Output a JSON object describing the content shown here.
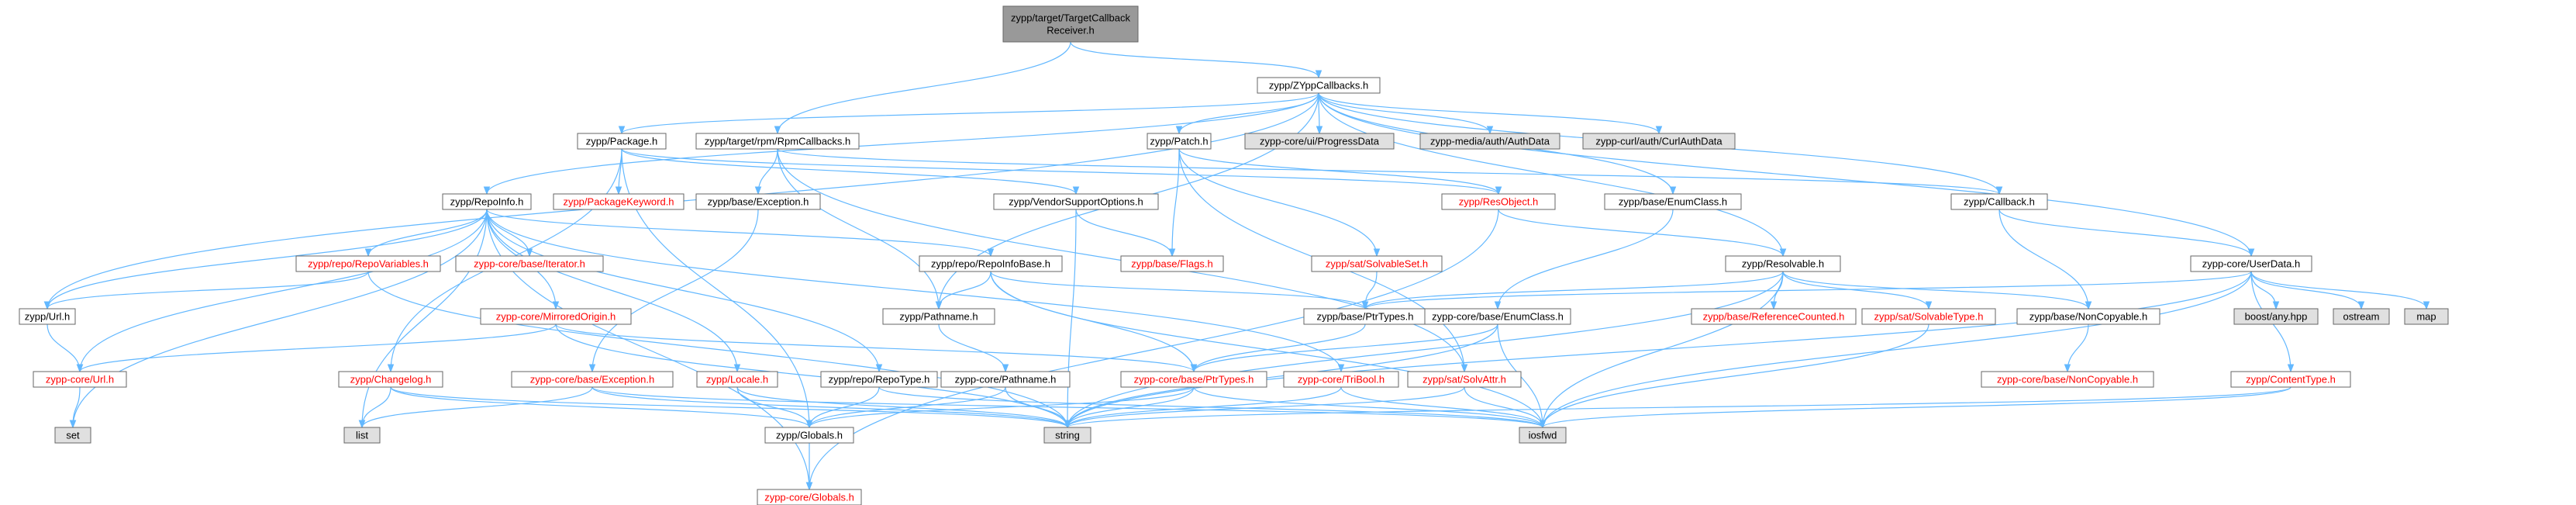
{
  "graph": {
    "title": "zypp/target/TargetCallbackReceiver.h",
    "colors": {
      "edge": "#63b8ff",
      "root_fill": "#999999",
      "normal_fill": "#ffffff",
      "external_fill": "#e0e0e0",
      "normal_text": "#000000",
      "linked_red_text": "#ff0000",
      "border": "#666666"
    },
    "nodes": [
      {
        "id": "root",
        "label": [
          "zypp/target/TargetCallback",
          "Receiver.h"
        ],
        "kind": "root"
      },
      {
        "id": "zyppcallbacks",
        "label": [
          "zypp/ZYppCallbacks.h"
        ],
        "kind": "normal"
      },
      {
        "id": "package",
        "label": [
          "zypp/Package.h"
        ],
        "kind": "normal"
      },
      {
        "id": "rpmcallbacks",
        "label": [
          "zypp/target/rpm/RpmCallbacks.h"
        ],
        "kind": "normal"
      },
      {
        "id": "patch",
        "label": [
          "zypp/Patch.h"
        ],
        "kind": "normal"
      },
      {
        "id": "progressdata",
        "label": [
          "zypp-core/ui/ProgressData"
        ],
        "kind": "external"
      },
      {
        "id": "mediaauth",
        "label": [
          "zypp-media/auth/AuthData"
        ],
        "kind": "external"
      },
      {
        "id": "curlauth",
        "label": [
          "zypp-curl/auth/CurlAuthData"
        ],
        "kind": "external"
      },
      {
        "id": "repoinfo",
        "label": [
          "zypp/RepoInfo.h"
        ],
        "kind": "normal"
      },
      {
        "id": "packagekeyword",
        "label": [
          "zypp/PackageKeyword.h"
        ],
        "kind": "red"
      },
      {
        "id": "baseexception",
        "label": [
          "zypp/base/Exception.h"
        ],
        "kind": "normal"
      },
      {
        "id": "vendorsupport",
        "label": [
          "zypp/VendorSupportOptions.h"
        ],
        "kind": "normal"
      },
      {
        "id": "resobject",
        "label": [
          "zypp/ResObject.h"
        ],
        "kind": "red"
      },
      {
        "id": "baseenumclass",
        "label": [
          "zypp/base/EnumClass.h"
        ],
        "kind": "normal"
      },
      {
        "id": "callback",
        "label": [
          "zypp/Callback.h"
        ],
        "kind": "normal"
      },
      {
        "id": "reporepovars",
        "label": [
          "zypp/repo/RepoVariables.h"
        ],
        "kind": "red"
      },
      {
        "id": "coreiterator",
        "label": [
          "zypp-core/base/Iterator.h"
        ],
        "kind": "red"
      },
      {
        "id": "repoinfobase",
        "label": [
          "zypp/repo/RepoInfoBase.h"
        ],
        "kind": "normal"
      },
      {
        "id": "baseflags",
        "label": [
          "zypp/base/Flags.h"
        ],
        "kind": "red"
      },
      {
        "id": "solvableset",
        "label": [
          "zypp/sat/SolvableSet.h"
        ],
        "kind": "red"
      },
      {
        "id": "resolvable",
        "label": [
          "zypp/Resolvable.h"
        ],
        "kind": "normal"
      },
      {
        "id": "userdata",
        "label": [
          "zypp-core/UserData.h"
        ],
        "kind": "normal"
      },
      {
        "id": "url",
        "label": [
          "zypp/Url.h"
        ],
        "kind": "normal"
      },
      {
        "id": "mirroredorigin",
        "label": [
          "zypp-core/MirroredOrigin.h"
        ],
        "kind": "red"
      },
      {
        "id": "pathname",
        "label": [
          "zypp/Pathname.h"
        ],
        "kind": "normal"
      },
      {
        "id": "baseptrtypes",
        "label": [
          "zypp/base/PtrTypes.h"
        ],
        "kind": "normal"
      },
      {
        "id": "corebaseenumclass",
        "label": [
          "zypp-core/base/EnumClass.h"
        ],
        "kind": "normal"
      },
      {
        "id": "refcounted",
        "label": [
          "zypp/base/ReferenceCounted.h"
        ],
        "kind": "red"
      },
      {
        "id": "solvabletype",
        "label": [
          "zypp/sat/SolvableType.h"
        ],
        "kind": "red"
      },
      {
        "id": "noncopyable",
        "label": [
          "zypp/base/NonCopyable.h"
        ],
        "kind": "normal"
      },
      {
        "id": "boostany",
        "label": [
          "boost/any.hpp"
        ],
        "kind": "external"
      },
      {
        "id": "ostream",
        "label": [
          "ostream"
        ],
        "kind": "external"
      },
      {
        "id": "map",
        "label": [
          "map"
        ],
        "kind": "external"
      },
      {
        "id": "coreurl",
        "label": [
          "zypp-core/Url.h"
        ],
        "kind": "red"
      },
      {
        "id": "changelog",
        "label": [
          "zypp/Changelog.h"
        ],
        "kind": "red"
      },
      {
        "id": "coreexception",
        "label": [
          "zypp-core/base/Exception.h"
        ],
        "kind": "red"
      },
      {
        "id": "locale",
        "label": [
          "zypp/Locale.h"
        ],
        "kind": "red"
      },
      {
        "id": "repotype",
        "label": [
          "zypp/repo/RepoType.h"
        ],
        "kind": "normal"
      },
      {
        "id": "corepathname",
        "label": [
          "zypp-core/Pathname.h"
        ],
        "kind": "normal"
      },
      {
        "id": "coreptrtypes",
        "label": [
          "zypp-core/base/PtrTypes.h"
        ],
        "kind": "red"
      },
      {
        "id": "tribool",
        "label": [
          "zypp-core/TriBool.h"
        ],
        "kind": "red"
      },
      {
        "id": "solvattr",
        "label": [
          "zypp/sat/SolvAttr.h"
        ],
        "kind": "red"
      },
      {
        "id": "corenoncopyable",
        "label": [
          "zypp-core/base/NonCopyable.h"
        ],
        "kind": "red"
      },
      {
        "id": "contenttype",
        "label": [
          "zypp/ContentType.h"
        ],
        "kind": "red"
      },
      {
        "id": "set",
        "label": [
          "set"
        ],
        "kind": "external"
      },
      {
        "id": "list",
        "label": [
          "list"
        ],
        "kind": "external"
      },
      {
        "id": "globals",
        "label": [
          "zypp/Globals.h"
        ],
        "kind": "normal"
      },
      {
        "id": "string",
        "label": [
          "string"
        ],
        "kind": "external"
      },
      {
        "id": "iosfwd",
        "label": [
          "iosfwd"
        ],
        "kind": "external"
      },
      {
        "id": "coreglobals",
        "label": [
          "zypp-core/Globals.h"
        ],
        "kind": "red"
      }
    ],
    "edges": [
      [
        "root",
        "zyppcallbacks"
      ],
      [
        "root",
        "rpmcallbacks"
      ],
      [
        "zyppcallbacks",
        "package"
      ],
      [
        "zyppcallbacks",
        "patch"
      ],
      [
        "zyppcallbacks",
        "progressdata"
      ],
      [
        "zyppcallbacks",
        "mediaauth"
      ],
      [
        "zyppcallbacks",
        "curlauth"
      ],
      [
        "zyppcallbacks",
        "repoinfo"
      ],
      [
        "zyppcallbacks",
        "baseenumclass"
      ],
      [
        "zyppcallbacks",
        "callback"
      ],
      [
        "zyppcallbacks",
        "resolvable"
      ],
      [
        "zyppcallbacks",
        "userdata"
      ],
      [
        "zyppcallbacks",
        "url"
      ],
      [
        "zyppcallbacks",
        "pathname"
      ],
      [
        "package",
        "packagekeyword"
      ],
      [
        "package",
        "vendorsupport"
      ],
      [
        "package",
        "resobject"
      ],
      [
        "package",
        "changelog"
      ],
      [
        "package",
        "globals"
      ],
      [
        "rpmcallbacks",
        "baseexception"
      ],
      [
        "rpmcallbacks",
        "callback"
      ],
      [
        "rpmcallbacks",
        "pathname"
      ],
      [
        "rpmcallbacks",
        "solvattr"
      ],
      [
        "patch",
        "baseflags"
      ],
      [
        "patch",
        "resobject"
      ],
      [
        "patch",
        "solvableset"
      ],
      [
        "patch",
        "solvattr"
      ],
      [
        "repoinfo",
        "reporepovars"
      ],
      [
        "repoinfo",
        "coreiterator"
      ],
      [
        "repoinfo",
        "repoinfobase"
      ],
      [
        "repoinfo",
        "mirroredorigin"
      ],
      [
        "repoinfo",
        "locale"
      ],
      [
        "repoinfo",
        "repotype"
      ],
      [
        "repoinfo",
        "tribool"
      ],
      [
        "repoinfo",
        "url"
      ],
      [
        "repoinfo",
        "set"
      ],
      [
        "repoinfo",
        "list"
      ],
      [
        "repoinfo",
        "coreurl"
      ],
      [
        "repoinfo",
        "coreglobals"
      ],
      [
        "baseexception",
        "coreexception"
      ],
      [
        "vendorsupport",
        "baseflags"
      ],
      [
        "vendorsupport",
        "string"
      ],
      [
        "resobject",
        "resolvable"
      ],
      [
        "resobject",
        "coreglobals"
      ],
      [
        "baseenumclass",
        "corebaseenumclass"
      ],
      [
        "callback",
        "userdata"
      ],
      [
        "callback",
        "noncopyable"
      ],
      [
        "reporepovars",
        "url"
      ],
      [
        "reporepovars",
        "string"
      ],
      [
        "repoinfobase",
        "pathname"
      ],
      [
        "repoinfobase",
        "baseptrtypes"
      ],
      [
        "repoinfobase",
        "iosfwd"
      ],
      [
        "repoinfobase",
        "coreptrtypes"
      ],
      [
        "solvableset",
        "baseptrtypes"
      ],
      [
        "resolvable",
        "baseptrtypes"
      ],
      [
        "resolvable",
        "refcounted"
      ],
      [
        "resolvable",
        "solvabletype"
      ],
      [
        "resolvable",
        "noncopyable"
      ],
      [
        "resolvable",
        "iosfwd"
      ],
      [
        "resolvable",
        "string"
      ],
      [
        "userdata",
        "boostany"
      ],
      [
        "userdata",
        "ostream"
      ],
      [
        "userdata",
        "map"
      ],
      [
        "userdata",
        "contenttype"
      ],
      [
        "userdata",
        "iosfwd"
      ],
      [
        "userdata",
        "string"
      ],
      [
        "userdata",
        "baseptrtypes"
      ],
      [
        "url",
        "coreurl"
      ],
      [
        "mirroredorigin",
        "coreurl"
      ],
      [
        "mirroredorigin",
        "coreptrtypes"
      ],
      [
        "mirroredorigin",
        "string"
      ],
      [
        "pathname",
        "corepathname"
      ],
      [
        "baseptrtypes",
        "coreptrtypes"
      ],
      [
        "corebaseenumclass",
        "coreptrtypes"
      ],
      [
        "corebaseenumclass",
        "iosfwd"
      ],
      [
        "corebaseenumclass",
        "string"
      ],
      [
        "solvabletype",
        "iosfwd"
      ],
      [
        "noncopyable",
        "corenoncopyable"
      ],
      [
        "coreurl",
        "set"
      ],
      [
        "changelog",
        "list"
      ],
      [
        "changelog",
        "string"
      ],
      [
        "changelog",
        "globals"
      ],
      [
        "coreexception",
        "list"
      ],
      [
        "coreexception",
        "string"
      ],
      [
        "coreexception",
        "iosfwd"
      ],
      [
        "locale",
        "globals"
      ],
      [
        "locale",
        "string"
      ],
      [
        "repotype",
        "globals"
      ],
      [
        "repotype",
        "iosfwd"
      ],
      [
        "corepathname",
        "string"
      ],
      [
        "corepathname",
        "globals"
      ],
      [
        "coreptrtypes",
        "string"
      ],
      [
        "coreptrtypes",
        "iosfwd"
      ],
      [
        "coreptrtypes",
        "globals"
      ],
      [
        "tribool",
        "string"
      ],
      [
        "tribool",
        "iosfwd"
      ],
      [
        "solvattr",
        "iosfwd"
      ],
      [
        "solvattr",
        "string"
      ],
      [
        "contenttype",
        "iosfwd"
      ],
      [
        "contenttype",
        "string"
      ],
      [
        "globals",
        "coreglobals"
      ]
    ]
  }
}
